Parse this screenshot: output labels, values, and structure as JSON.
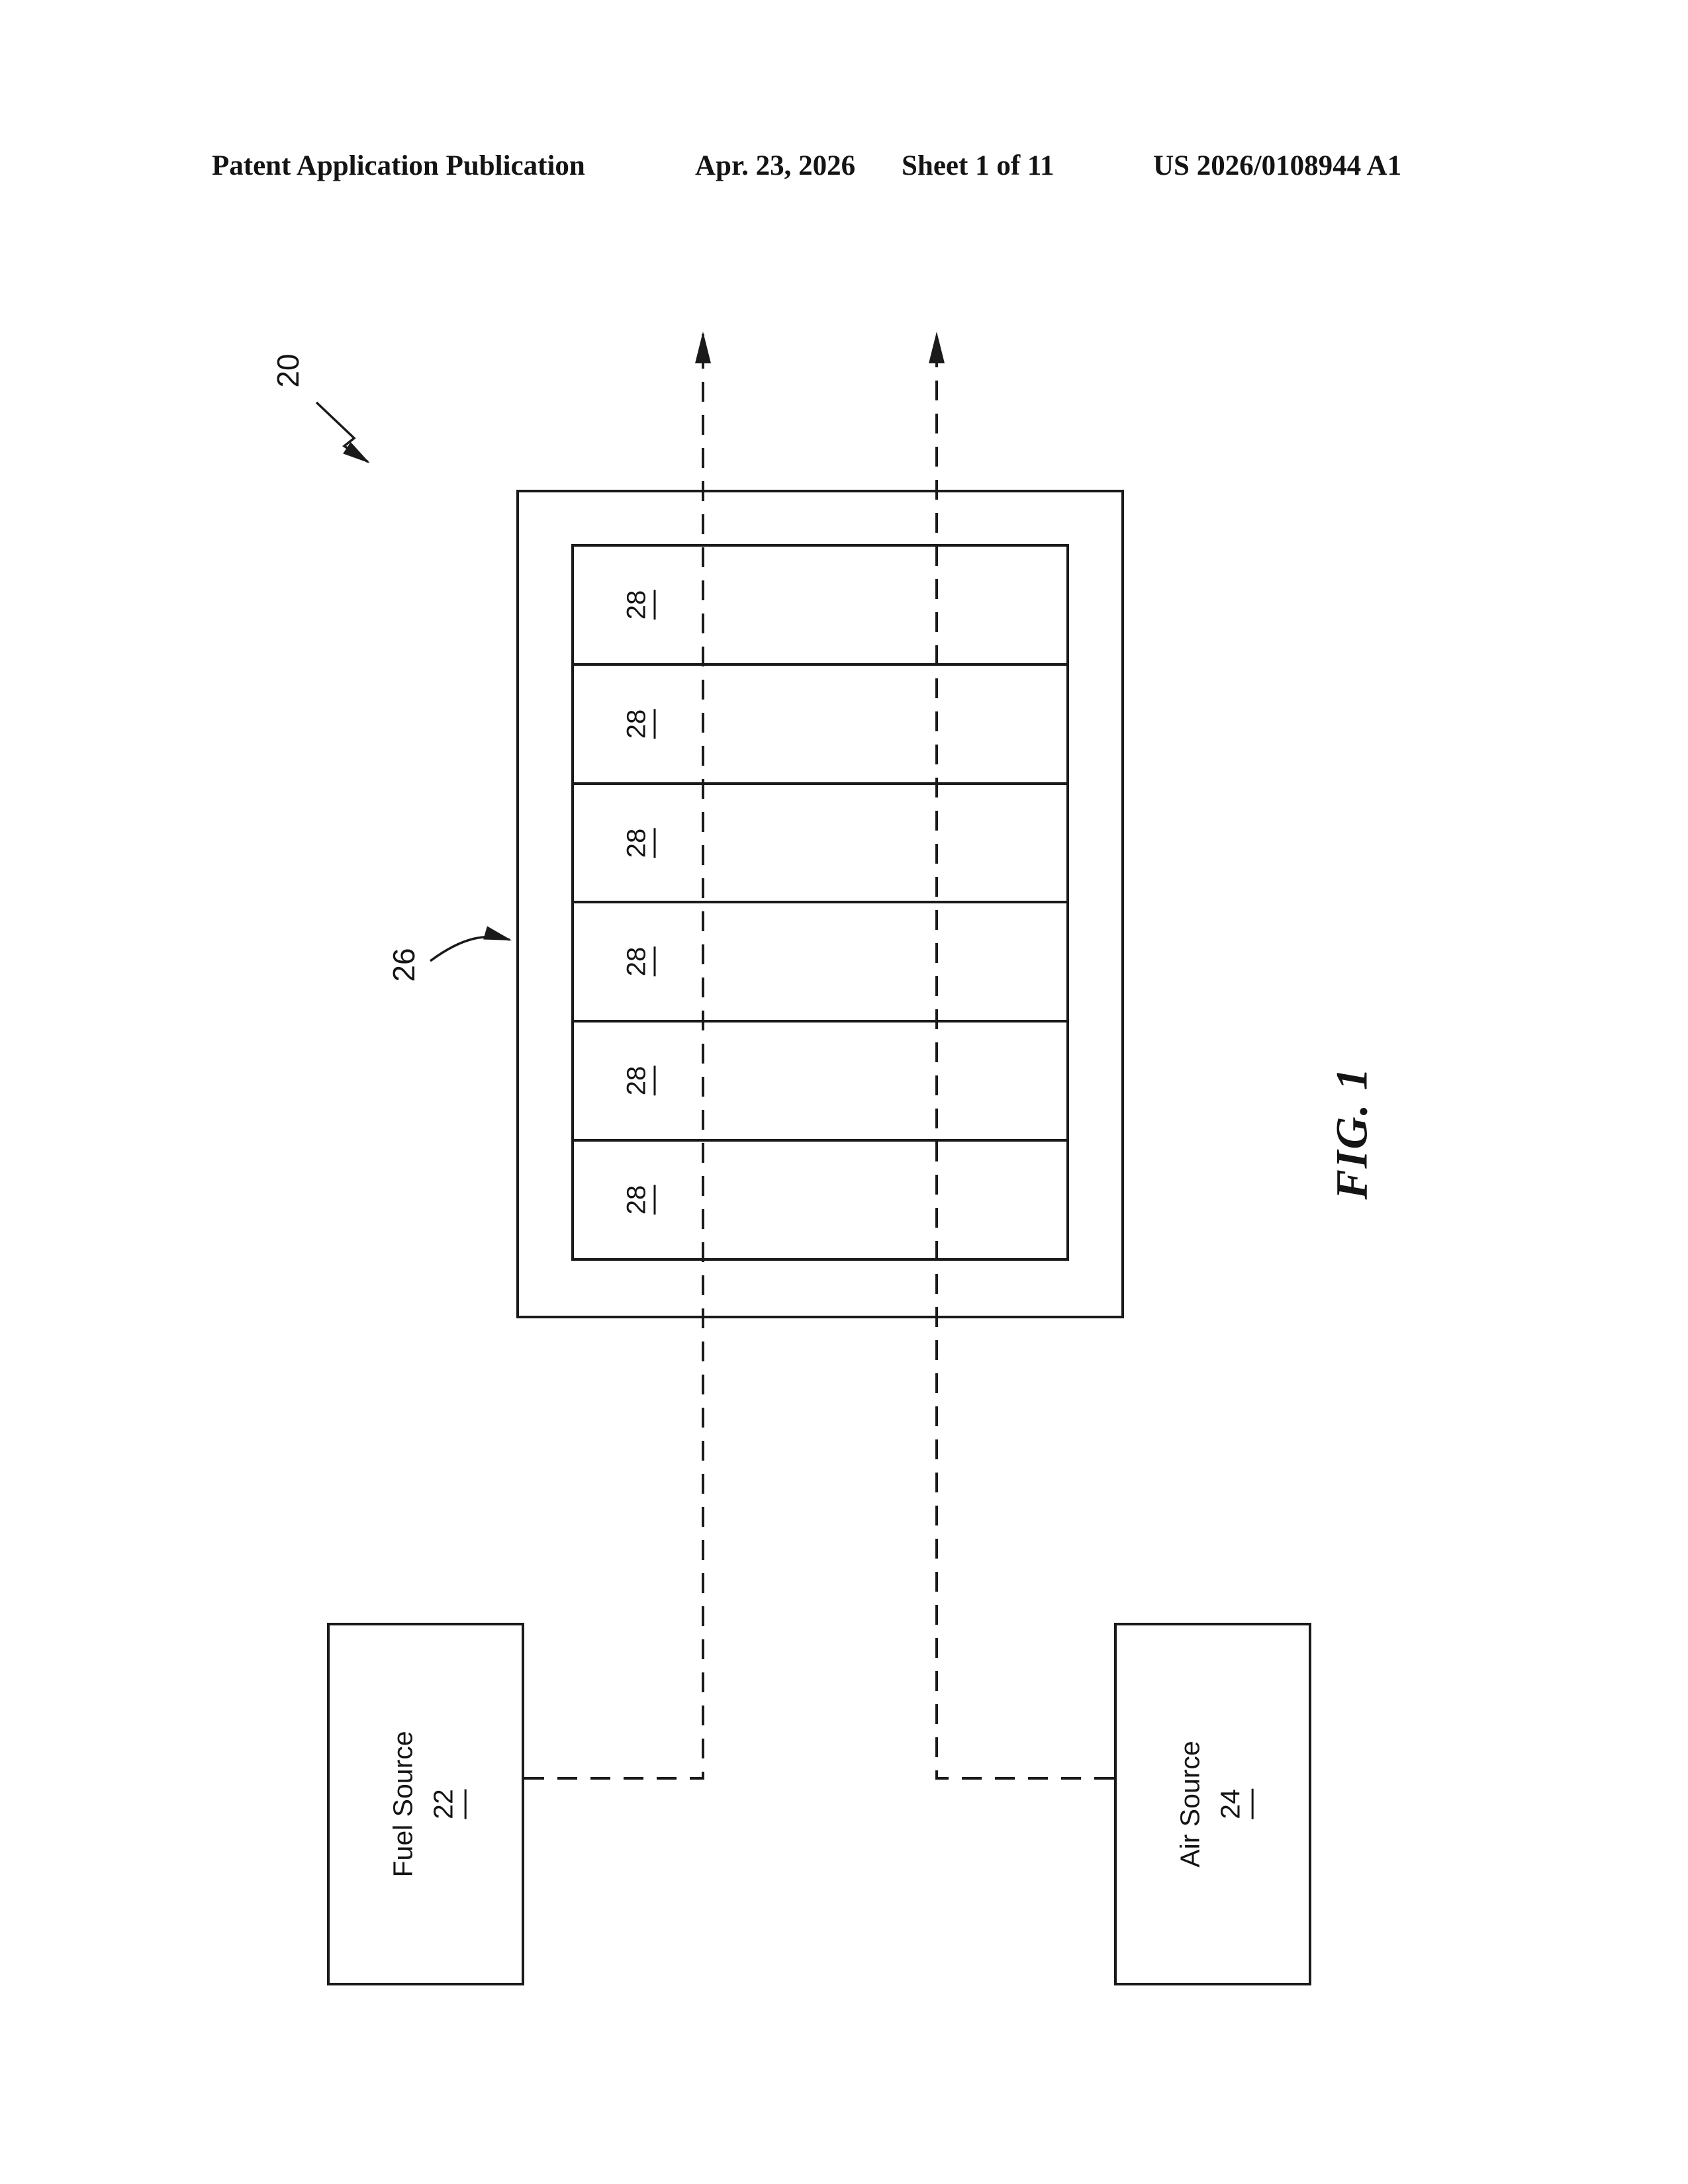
{
  "header": {
    "publication": "Patent Application Publication",
    "date": "Apr. 23, 2026",
    "sheet": "Sheet 1 of 11",
    "patent_number": "US 2026/0108944 A1"
  },
  "figure": {
    "caption": "FIG. 1",
    "assembly_ref": "20",
    "stack_ref": "26",
    "cells": [
      "28",
      "28",
      "28",
      "28",
      "28",
      "28"
    ],
    "fuel_source": {
      "label": "Fuel Source",
      "ref": "22"
    },
    "air_source": {
      "label": "Air Source",
      "ref": "24"
    }
  }
}
